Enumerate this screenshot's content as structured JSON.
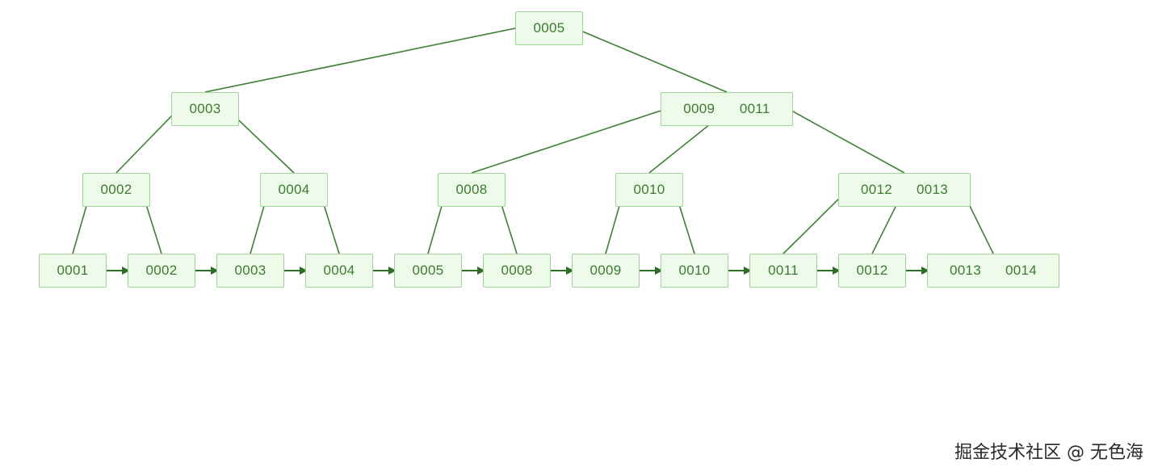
{
  "tree": {
    "nodes": [
      {
        "id": "root",
        "keys": [
          "0005"
        ]
      },
      {
        "id": "l1-left",
        "keys": [
          "0003"
        ]
      },
      {
        "id": "l1-right",
        "keys": [
          "0009",
          "0011"
        ]
      },
      {
        "id": "l2-a",
        "keys": [
          "0002"
        ]
      },
      {
        "id": "l2-b",
        "keys": [
          "0004"
        ]
      },
      {
        "id": "l2-c",
        "keys": [
          "0008"
        ]
      },
      {
        "id": "l2-d",
        "keys": [
          "0010"
        ]
      },
      {
        "id": "l2-e",
        "keys": [
          "0012",
          "0013"
        ]
      },
      {
        "id": "leaf-1",
        "keys": [
          "0001"
        ]
      },
      {
        "id": "leaf-2",
        "keys": [
          "0002"
        ]
      },
      {
        "id": "leaf-3",
        "keys": [
          "0003"
        ]
      },
      {
        "id": "leaf-4",
        "keys": [
          "0004"
        ]
      },
      {
        "id": "leaf-5",
        "keys": [
          "0005"
        ]
      },
      {
        "id": "leaf-6",
        "keys": [
          "0008"
        ]
      },
      {
        "id": "leaf-7",
        "keys": [
          "0009"
        ]
      },
      {
        "id": "leaf-8",
        "keys": [
          "0010"
        ]
      },
      {
        "id": "leaf-9",
        "keys": [
          "0011"
        ]
      },
      {
        "id": "leaf-10",
        "keys": [
          "0012"
        ]
      },
      {
        "id": "leaf-11",
        "keys": [
          "0013",
          "0014"
        ]
      }
    ],
    "edges": [
      [
        "root",
        "l1-left"
      ],
      [
        "root",
        "l1-right"
      ],
      [
        "l1-left",
        "l2-a"
      ],
      [
        "l1-left",
        "l2-b"
      ],
      [
        "l1-right",
        "l2-c"
      ],
      [
        "l1-right",
        "l2-d"
      ],
      [
        "l1-right",
        "l2-e"
      ],
      [
        "l2-a",
        "leaf-1"
      ],
      [
        "l2-a",
        "leaf-2"
      ],
      [
        "l2-b",
        "leaf-3"
      ],
      [
        "l2-b",
        "leaf-4"
      ],
      [
        "l2-c",
        "leaf-5"
      ],
      [
        "l2-c",
        "leaf-6"
      ],
      [
        "l2-d",
        "leaf-7"
      ],
      [
        "l2-d",
        "leaf-8"
      ],
      [
        "l2-e",
        "leaf-9"
      ],
      [
        "l2-e",
        "leaf-10"
      ],
      [
        "l2-e",
        "leaf-11"
      ]
    ],
    "leaf_links": [
      [
        "leaf-1",
        "leaf-2"
      ],
      [
        "leaf-2",
        "leaf-3"
      ],
      [
        "leaf-3",
        "leaf-4"
      ],
      [
        "leaf-4",
        "leaf-5"
      ],
      [
        "leaf-5",
        "leaf-6"
      ],
      [
        "leaf-6",
        "leaf-7"
      ],
      [
        "leaf-7",
        "leaf-8"
      ],
      [
        "leaf-8",
        "leaf-9"
      ],
      [
        "leaf-9",
        "leaf-10"
      ],
      [
        "leaf-10",
        "leaf-11"
      ]
    ]
  },
  "colors": {
    "node_fill": "#eefbea",
    "node_border": "#9fd39a",
    "text": "#3d7a33",
    "line": "#3f7f36",
    "arrow": "#2f6e27"
  },
  "watermark": "掘金技术社区 @ 无色海"
}
